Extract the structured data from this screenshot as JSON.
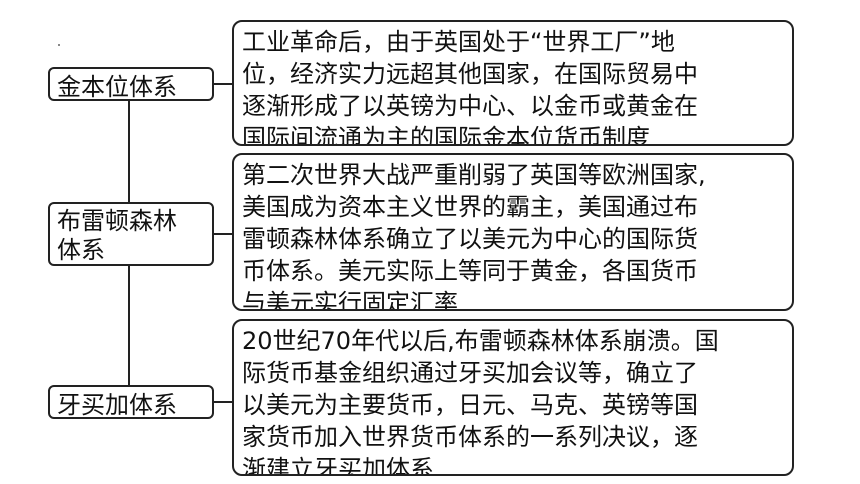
{
  "nodes": [
    {
      "label": "金本位体系",
      "content_lines": [
        "工业革命后，由于英国处于“世界工厂”地",
        "位，经济实力远超其他国家，在国际贸易中",
        "逐渐形成了以英镑为中心、以金币或黄金在",
        "国际间流通为主的国际金本位货币制度"
      ]
    },
    {
      "label": "布雷顿森林体系",
      "label_lines": [
        "布雷顿森林",
        "体系"
      ],
      "content_lines": [
        "第二次世界大战严重削弱了英国等欧洲国家,",
        "美国成为资本主义世界的霸主，美国通过布",
        "雷顿森林体系确立了以美元为中心的国际货",
        "币体系。美元实际上等同于黄金，各国货币",
        "与美元实行固定汇率"
      ]
    },
    {
      "label": "牙买加体系",
      "content_lines": [
        "20世纪70年代以后,布雷顿森林体系崩溃。国",
        "际货币基金组织通过牙买加会议等，确立了",
        "以美元为主要货币，日元、马克、英镑等国",
        "家货币加入世界货币体系的一系列决议，逐",
        "渐建立牙买加体系"
      ]
    }
  ]
}
